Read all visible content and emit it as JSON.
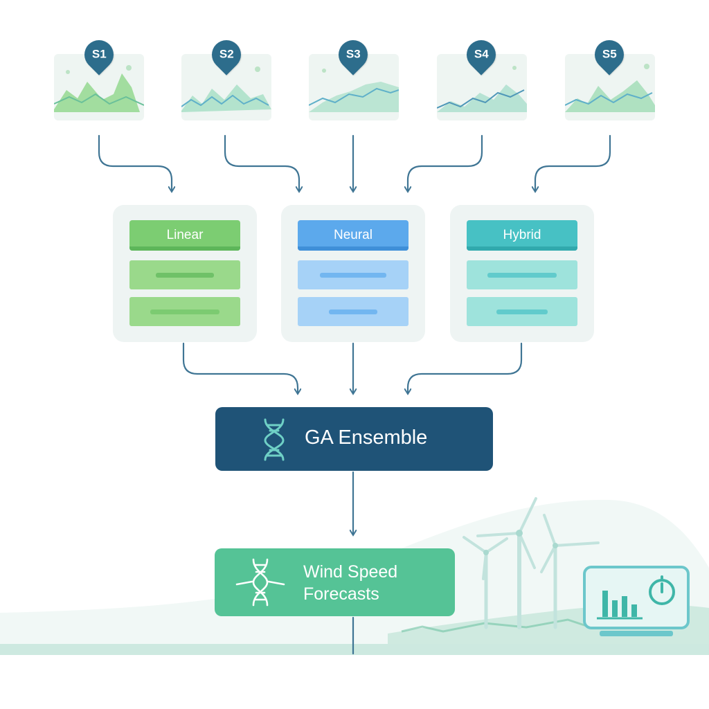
{
  "sites": [
    {
      "label": "S1"
    },
    {
      "label": "S2"
    },
    {
      "label": "S3"
    },
    {
      "label": "S4"
    },
    {
      "label": "S5"
    }
  ],
  "models": [
    {
      "label": "Linear",
      "header_color": "#7ccd72",
      "row_color": "#9ad98b",
      "base_color": "#5db65a"
    },
    {
      "label": "Neural",
      "header_color": "#5ca9ec",
      "row_color": "#a6d2f7",
      "base_color": "#3f8fd8"
    },
    {
      "label": "Hybrid",
      "header_color": "#47c1c4",
      "row_color": "#9ee3dc",
      "base_color": "#31a9ad"
    }
  ],
  "ensemble": {
    "label": "GA Ensemble",
    "color": "#1f5377"
  },
  "output": {
    "line1": "Wind Speed",
    "line2": "Forecasts",
    "color": "#55c396"
  },
  "icons": [
    "map-pin-icon",
    "terrain-map-icon",
    "dna-helix-icon",
    "wind-turbine-icon",
    "dashboard-chart-icon",
    "gauge-icon"
  ],
  "colors": {
    "arrow": "#3f7594",
    "panel_bg": "#eef4f3",
    "landscape": "#e6f3ef"
  }
}
